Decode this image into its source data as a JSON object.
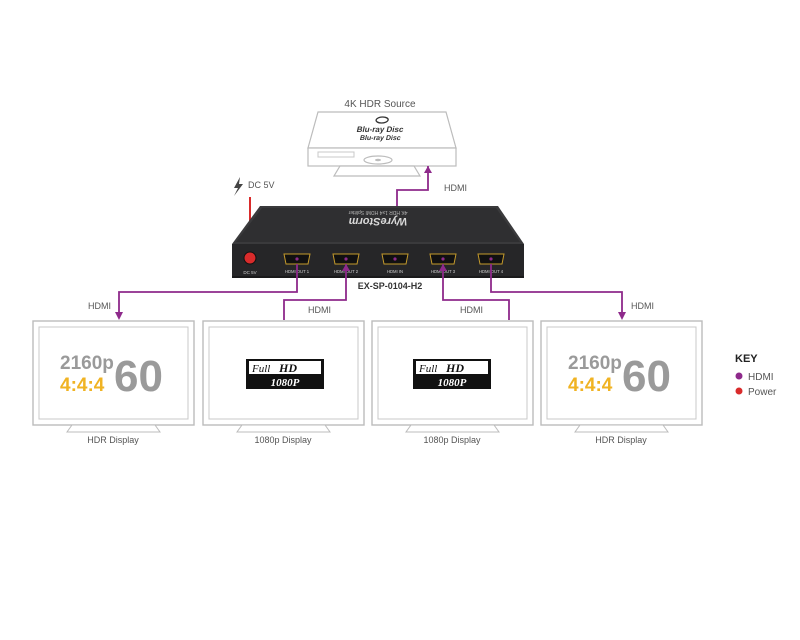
{
  "source": {
    "label": "4K HDR Source",
    "disc_logo_line1": "Blu-ray Disc",
    "disc_logo_line2": "Blu-ray Disc"
  },
  "power": {
    "label": "DC 5V"
  },
  "device": {
    "model": "EX-SP-0104-H2",
    "brand": "WyreStorm",
    "top_text": "4K HDR 1x4 HDMI Splitter",
    "dc_port_label": "DC 5V",
    "ports": [
      "HDMI OUT 1",
      "HDMI OUT 2",
      "HDMI IN",
      "HDMI OUT 3",
      "HDMI OUT 4"
    ]
  },
  "links": {
    "source_to_device": "HDMI",
    "out1": "HDMI",
    "out2": "HDMI",
    "out3": "HDMI",
    "out4": "HDMI"
  },
  "displays": [
    {
      "label": "HDR Display",
      "res": "2160p",
      "sampling": "4:4:4",
      "rate": "60"
    },
    {
      "label": "1080p Display",
      "badge_left": "Full",
      "badge_right": "HD",
      "badge_bottom": "1080P"
    },
    {
      "label": "1080p Display",
      "badge_left": "Full",
      "badge_right": "HD",
      "badge_bottom": "1080P"
    },
    {
      "label": "HDR Display",
      "res": "2160p",
      "sampling": "4:4:4",
      "rate": "60"
    }
  ],
  "key": {
    "title": "KEY",
    "items": [
      {
        "label": "HDMI",
        "color": "#8e2a8b"
      },
      {
        "label": "Power",
        "color": "#d92b2b"
      }
    ]
  },
  "colors": {
    "hdmi": "#8e2a8b",
    "power": "#d92b2b",
    "accent_gold": "#f0b323",
    "device_body": "#2d2d2f"
  }
}
